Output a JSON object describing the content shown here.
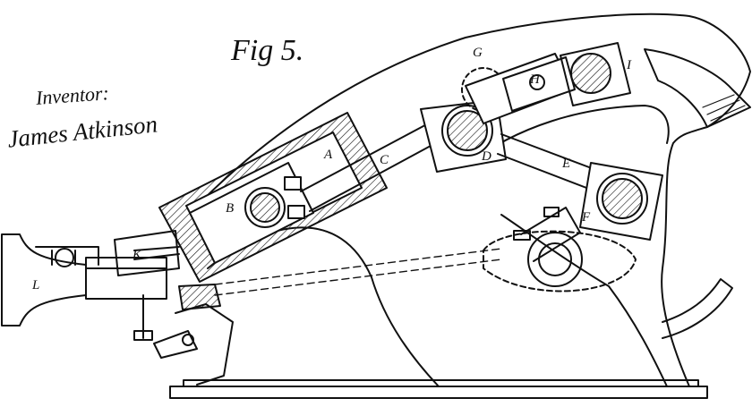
{
  "figure": {
    "title": "Fig 5.",
    "inventor_label": "Inventor:",
    "inventor_signature": "James Atkinson"
  },
  "part_labels": [
    "A",
    "B",
    "C",
    "D",
    "E",
    "F",
    "G",
    "H",
    "I",
    "K",
    "L"
  ],
  "colors": {
    "ink": "#111111",
    "paper": "#ffffff"
  }
}
